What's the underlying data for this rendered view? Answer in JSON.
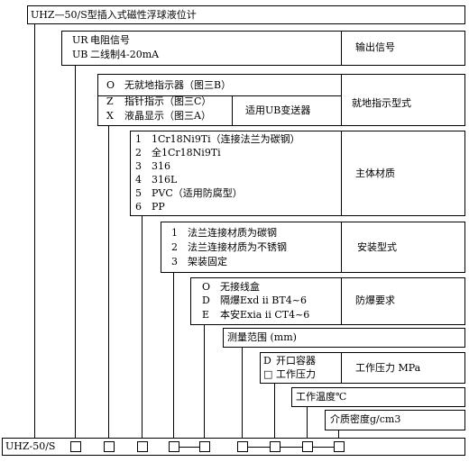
{
  "title": "UHZ—50/S型插入式磁性浮球液位计",
  "model_prefix": "UHZ-50/S",
  "section_output": {
    "options": [
      {
        "code": "UR",
        "text": "电阻信号"
      },
      {
        "code": "UB",
        "text": "二线制4-20mA"
      }
    ],
    "label": "输出信号"
  },
  "section_indicator": {
    "options": [
      {
        "code": "O",
        "text": "无就地指示器（图三B）"
      },
      {
        "code": "Z",
        "text": "指针指示（图三C）"
      },
      {
        "code": "X",
        "text": "液晶显示（图三A）"
      }
    ],
    "note": "适用UB变送器",
    "label": "就地指示型式"
  },
  "section_material": {
    "options": [
      {
        "code": "1",
        "text": "1Cr18Ni9Ti（连接法兰为碳钢）"
      },
      {
        "code": "2",
        "text": "全1Cr18Ni9Ti"
      },
      {
        "code": "3",
        "text": "316"
      },
      {
        "code": "4",
        "text": "316L"
      },
      {
        "code": "5",
        "text": "PVC（适用防腐型）"
      },
      {
        "code": "6",
        "text": "PP"
      }
    ],
    "label": "主体材质"
  },
  "section_mounting": {
    "options": [
      {
        "code": "1",
        "text": "法兰连接材质为碳钢"
      },
      {
        "code": "2",
        "text": "法兰连接材质为不锈钢"
      },
      {
        "code": "3",
        "text": "架装固定"
      }
    ],
    "label": "安装型式"
  },
  "section_explosion": {
    "options": [
      {
        "code": "O",
        "text": "无接线盒"
      },
      {
        "code": "D",
        "text": "隔爆Exd ii BT4~6"
      },
      {
        "code": "E",
        "text": "本安Exia ii CT4~6"
      }
    ],
    "label": "防爆要求"
  },
  "section_range": {
    "label": "测量范围 (mm)"
  },
  "section_pressure": {
    "options": [
      {
        "code": "D",
        "text": "开口容器"
      },
      {
        "code": "□",
        "text": "工作压力"
      }
    ],
    "label": "工作压力 MPa"
  },
  "section_temperature": {
    "label": "工作温度℃"
  },
  "section_density": {
    "label": "介质密度g/cm3"
  }
}
